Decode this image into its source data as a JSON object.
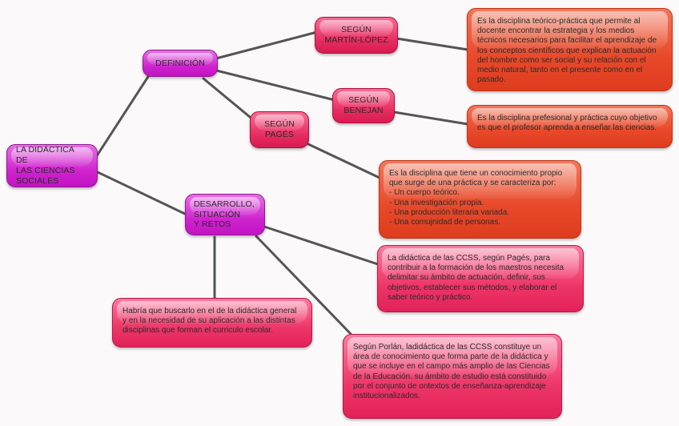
{
  "diagram": {
    "title": "La didáctica de las Ciencias Sociales",
    "background_color": "#faf8f8",
    "edge_color": "#555555",
    "palette": {
      "magenta": "#cf23cf",
      "rose": "#e62c5f",
      "orange": "#e8492a",
      "pink": "#ed3567"
    },
    "nodes": {
      "root": "LA DIDÁCTICA DE\nLAS CIENCIAS\nSOCIALES",
      "definicion": "DEFINICIÓN",
      "desarrollo": "DESARROLLO,\nSITUACIÓN\nY RETOS",
      "segun_martin_lopez": "SEGÚN\nMARTÍN-LÓPEZ",
      "segun_benejan": "SEGÚN\nBENEJAN",
      "segun_pages": "SEGÚN\nPAGÉS",
      "def_martin_lopez": "Es la disciplina teórico-práctica que permite al docente encontrar la estrategia y los medios técnicos necesarios para facilitar el aprendizaje de los conceptos científicos que explican la actuación del hombre como ser social y su relación con el medio natural, tanto en el presente como en el pasado.",
      "def_benejan": "Es la disciplina prefesional y práctica cuyo objetivo es que el profesor aprenda a enseñar las ciencias.",
      "def_pages": "Es la disciplina que tiene un conocimiento propio que surge de una práctica y se caracteriza por:\n- Un cuerpo teórico.\n- Una investigación propia.\n- Una producción literaria variada.\n- Una comujnidad de personas.",
      "retos_pages": "La didáctica de las CCSS, según Pagés, para contribuir a la formación de los maestros necesita delimitar su ámbito de actuación, definir, sus objetivos, establecer sus métodos, y elaborar el saber teórico y práctico.",
      "retos_general": "Habría que buscarlo en el de la didáctica general y en la necesidad de su aplicación a las distintas disciplinas que forman el curriculo escolar.",
      "retos_porlan": "Según Porlán, ladidáctica de las CCSS constituye un área de conocimiento que forma parte de la didáctica y que se incluye en el campo más amplio de las Ciencias de la Educación. su ámbito de estudio está constituido por el conjunto de ontextos de enseñanza-aprendizaje institucionalizados."
    },
    "edges": [
      {
        "from": "root",
        "to": "definicion"
      },
      {
        "from": "root",
        "to": "desarrollo"
      },
      {
        "from": "definicion",
        "to": "segun_martin_lopez"
      },
      {
        "from": "definicion",
        "to": "segun_benejan"
      },
      {
        "from": "definicion",
        "to": "segun_pages"
      },
      {
        "from": "segun_martin_lopez",
        "to": "def_martin_lopez"
      },
      {
        "from": "segun_benejan",
        "to": "def_benejan"
      },
      {
        "from": "segun_pages",
        "to": "def_pages"
      },
      {
        "from": "desarrollo",
        "to": "retos_pages"
      },
      {
        "from": "desarrollo",
        "to": "retos_general"
      },
      {
        "from": "desarrollo",
        "to": "retos_porlan"
      }
    ]
  }
}
